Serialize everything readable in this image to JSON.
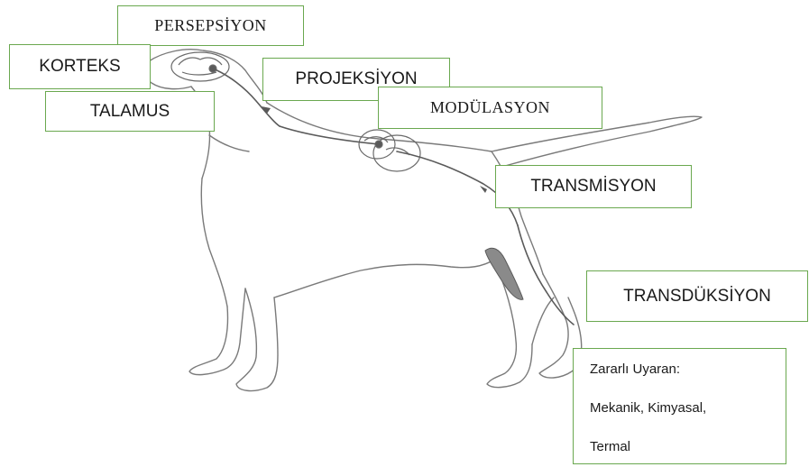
{
  "labels": {
    "persepsiyon": "PERSEPSİYON",
    "korteks": "KORTEKS",
    "talamus": "TALAMUS",
    "projeksiyon": "PROJEKSİYON",
    "modulasyon": "MODÜLASYON",
    "transmisyon": "TRANSMİSYON",
    "transduksiyon": "TRANSDÜKSİYON"
  },
  "stimulus": {
    "title": "Zararlı Uyaran:",
    "types": "Mekanik, Kimyasal,",
    "types_cont": "Termal"
  },
  "colors": {
    "border": "#6aa84f",
    "outline": "#7a7a7a",
    "nerve": "#5a5a5a",
    "muscle": "#8a8a8a"
  }
}
